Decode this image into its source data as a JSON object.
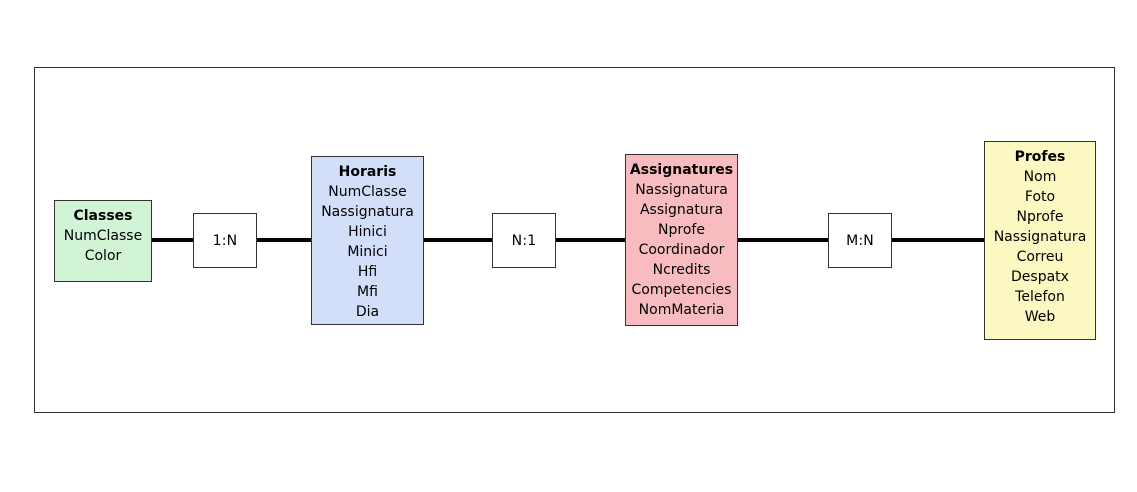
{
  "entities": {
    "classes": {
      "title": "Classes",
      "attributes": [
        "NumClasse",
        "Color"
      ]
    },
    "horaris": {
      "title": "Horaris",
      "attributes": [
        "NumClasse",
        "Nassignatura",
        "Hinici",
        "Minici",
        "Hfi",
        "Mfi",
        "Dia"
      ]
    },
    "assignatures": {
      "title": "Assignatures",
      "attributes": [
        "Nassignatura",
        "Assignatura",
        "Nprofe",
        "Coordinador",
        "Ncredits",
        "Competencies",
        "NomMateria"
      ]
    },
    "profes": {
      "title": "Profes",
      "attributes": [
        "Nom",
        "Foto",
        "Nprofe",
        "Nassignatura",
        "Correu",
        "Despatx",
        "Telefon",
        "Web"
      ]
    }
  },
  "relationships": {
    "classes_horaris": "1:N",
    "horaris_assignatures": "N:1",
    "assignatures_profes": "M:N"
  },
  "colors": {
    "classes": "#d1f4d6",
    "horaris": "#d3def8",
    "assignatures": "#f8bcc0",
    "profes": "#fbf8c1"
  }
}
